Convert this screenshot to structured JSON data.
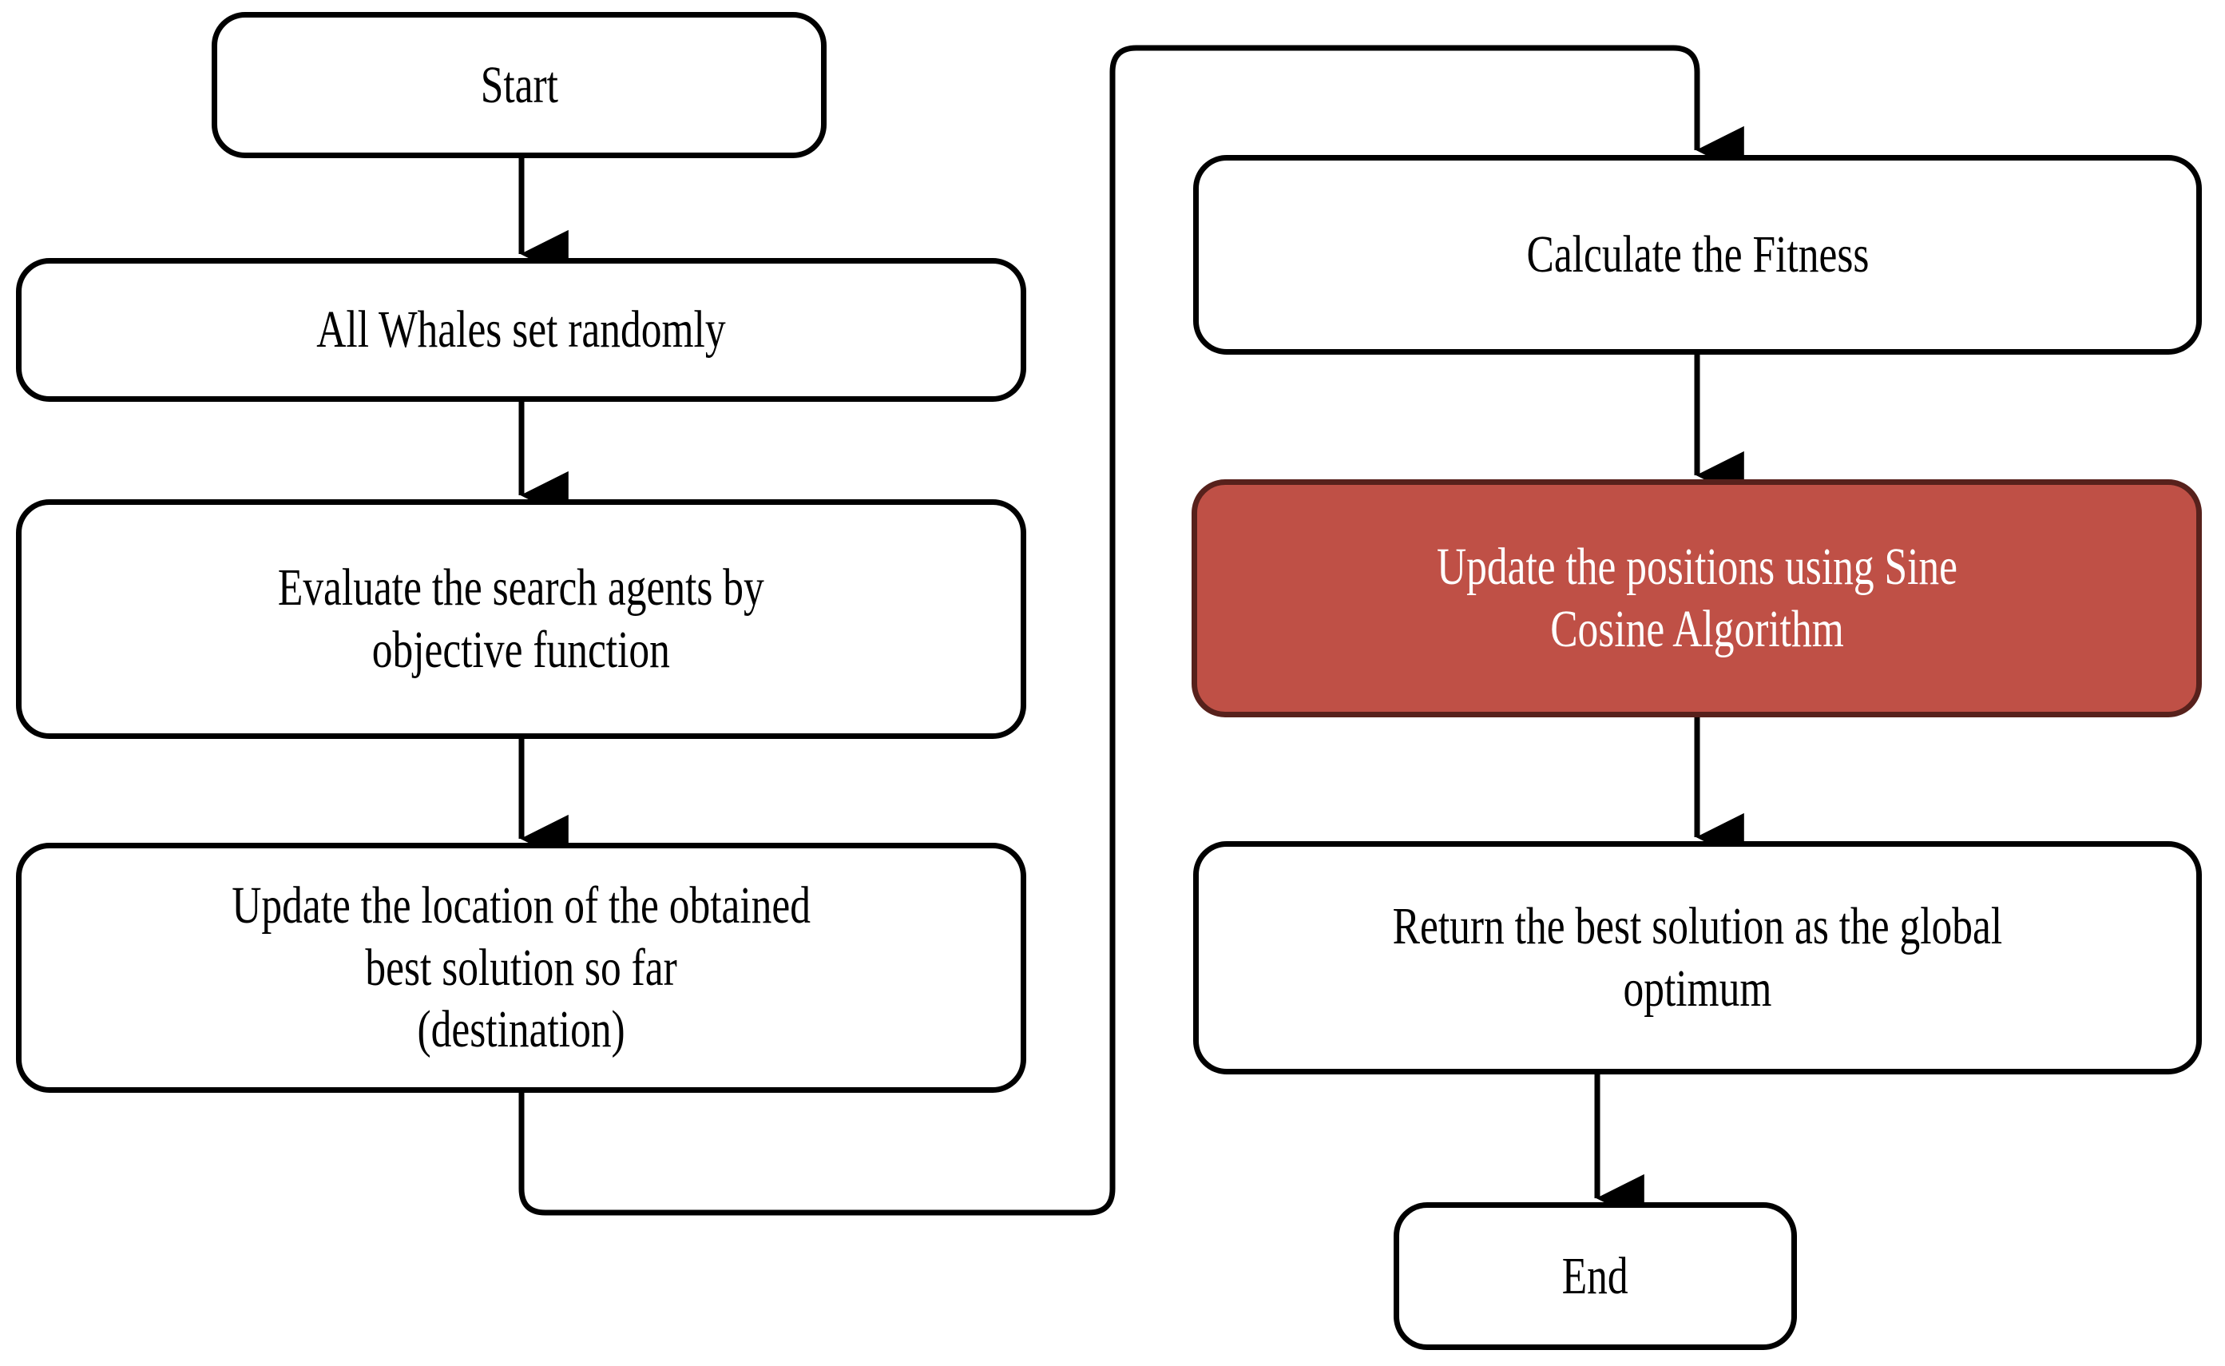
{
  "diagram": {
    "title": "Hybrid Whale Optimization with Sine Cosine Algorithm flowchart",
    "type": "flowchart",
    "colors": {
      "accent_fill": "#BF5046",
      "accent_border": "#57211C",
      "node_fill": "#FFFFFF",
      "node_border": "#000000",
      "edge": "#000000",
      "accent_text": "#FFFFFF",
      "text": "#000000"
    }
  },
  "nodes": {
    "start": {
      "label": "Start",
      "shape": "rounded-rectangle",
      "highlight": false
    },
    "init": {
      "label": "All Whales set randomly",
      "shape": "rounded-rectangle",
      "highlight": false
    },
    "evaluate": {
      "label": "Evaluate the search agents by\nobjective function",
      "shape": "rounded-rectangle",
      "highlight": false
    },
    "update_location": {
      "label": "Update the location of the obtained\nbest solution so far\n(destination)",
      "shape": "rounded-rectangle",
      "highlight": false
    },
    "fitness": {
      "label": "Calculate the Fitness",
      "shape": "rounded-rectangle",
      "highlight": false
    },
    "sine_cosine": {
      "label": "Update the positions using Sine\nCosine Algorithm",
      "shape": "rounded-rectangle",
      "highlight": true
    },
    "return_best": {
      "label": "Return the best solution as the global\noptimum",
      "shape": "rounded-rectangle",
      "highlight": false
    },
    "end": {
      "label": "End",
      "shape": "rounded-rectangle",
      "highlight": false
    }
  },
  "edges": [
    {
      "from": "start",
      "to": "init",
      "style": "straight-down",
      "arrow": true,
      "label": ""
    },
    {
      "from": "init",
      "to": "evaluate",
      "style": "straight-down",
      "arrow": true,
      "label": ""
    },
    {
      "from": "evaluate",
      "to": "update_location",
      "style": "straight-down",
      "arrow": true,
      "label": ""
    },
    {
      "from": "update_location",
      "to": "fitness",
      "style": "orthogonal-loop",
      "arrow": true,
      "label": ""
    },
    {
      "from": "fitness",
      "to": "sine_cosine",
      "style": "straight-down",
      "arrow": true,
      "label": ""
    },
    {
      "from": "sine_cosine",
      "to": "return_best",
      "style": "straight-down",
      "arrow": true,
      "label": ""
    },
    {
      "from": "return_best",
      "to": "end",
      "style": "straight-down",
      "arrow": true,
      "label": ""
    }
  ]
}
